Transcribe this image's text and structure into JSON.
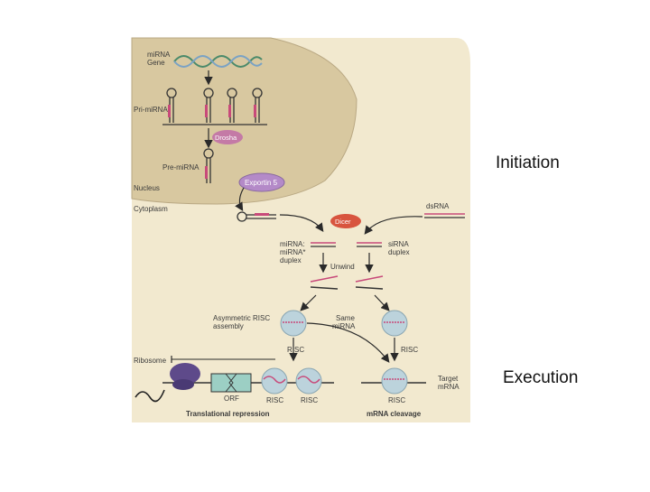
{
  "labels": {
    "mirna_gene": "miRNA\nGene",
    "pri_mirna": "Pri-miRNA",
    "drosha": "Drosha",
    "pre_mirna": "Pre-miRNA",
    "exportin": "Exportin 5",
    "nucleus": "Nucleus",
    "cytoplasm": "Cytoplasm",
    "dicer": "Dicer",
    "dsrna": "dsRNA",
    "mirna_duplex": "miRNA:\nmiRNA*\nduplex",
    "sirna_duplex": "siRNA\nduplex",
    "unwind": "Unwind",
    "asym_risc": "Asymmetric RISC\nassembly",
    "same_mirna": "Same\nmiRNA",
    "risc": "RISC",
    "ribosome": "Ribosome",
    "orf": "ORF",
    "target_mrna": "Target\nmRNA",
    "translational_repression": "Translational repression",
    "mrna_cleavage": "mRNA cleavage"
  },
  "side_labels": {
    "initiation": "Initiation",
    "execution": "Execution"
  },
  "colors": {
    "panel": "#f2e9cf",
    "nucleus": "#d8c8a0",
    "risc": "#bcd3dc",
    "exportin": "#b48ac8",
    "dicer": "#d8543e",
    "drosha": "#c47aa6",
    "ribosome": "#5e4a8a",
    "orf": "#9ccfc4"
  }
}
